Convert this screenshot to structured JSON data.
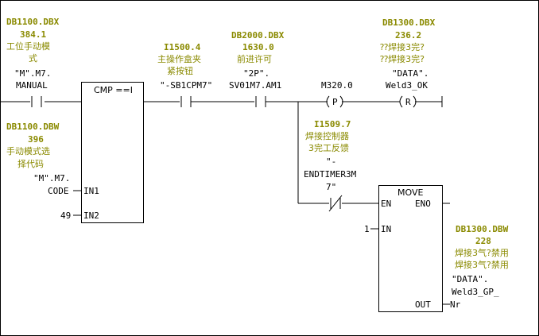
{
  "colors": {
    "operand": "#8a8a00",
    "wire": "#000000",
    "background": "#ffffff"
  },
  "contact_manual": {
    "address": "DB1100.DBX",
    "offset": "384.1",
    "comment_line1": "工位手动模",
    "comment_line2": "式",
    "symbol_line1": "\"M\".M7.",
    "symbol_line2": "MANUAL"
  },
  "cmp_block": {
    "title": "CMP ==I",
    "in1_label": "IN1",
    "in2_label": "IN2",
    "in1": {
      "address": "DB1100.DBW",
      "offset": "396",
      "comment_line1": "手动模式选",
      "comment_line2": "择代码",
      "symbol_line1": "\"M\".M7.",
      "symbol_line2": "CODE"
    },
    "in2_value": "49"
  },
  "contact_clamp": {
    "address": "I1500.4",
    "comment_line1": "主操作盒夹",
    "comment_line2": "紧按钮",
    "symbol": "\"-SB1CPM7\""
  },
  "contact_permit": {
    "address": "DB2000.DBX",
    "offset": "1630.0",
    "comment": "前进许可",
    "symbol_line1": "\"2P\".",
    "symbol_line2": "SV01M7.AM1"
  },
  "coil_p": {
    "address": "M320.0",
    "label": "P"
  },
  "coil_r": {
    "address": "DB1300.DBX",
    "offset": "236.2",
    "comment_line1": "⁇焊接3完?",
    "comment_line2": "⁇焊接3完?",
    "symbol_line1": "\"DATA\".",
    "symbol_line2": "Weld3_OK",
    "label": "R"
  },
  "contact_endtimer": {
    "address": "I1509.7",
    "comment_line1": "焊接控制器",
    "comment_line2": "3完工反馈",
    "symbol_line1": "\"-",
    "symbol_line2": "ENDTIMER3M",
    "symbol_line3": "7\""
  },
  "move_block": {
    "title": "MOVE",
    "en_label": "EN",
    "eno_label": "ENO",
    "in_label": "IN",
    "out_label": "OUT",
    "in_value": "1",
    "out_pin": "Nr",
    "out": {
      "address": "DB1300.DBW",
      "offset": "228",
      "comment_line1": "焊接3气?禁用",
      "comment_line2": "焊接3气?禁用",
      "symbol_line1": "\"DATA\".",
      "symbol_line2": "Weld3_GP_"
    }
  }
}
